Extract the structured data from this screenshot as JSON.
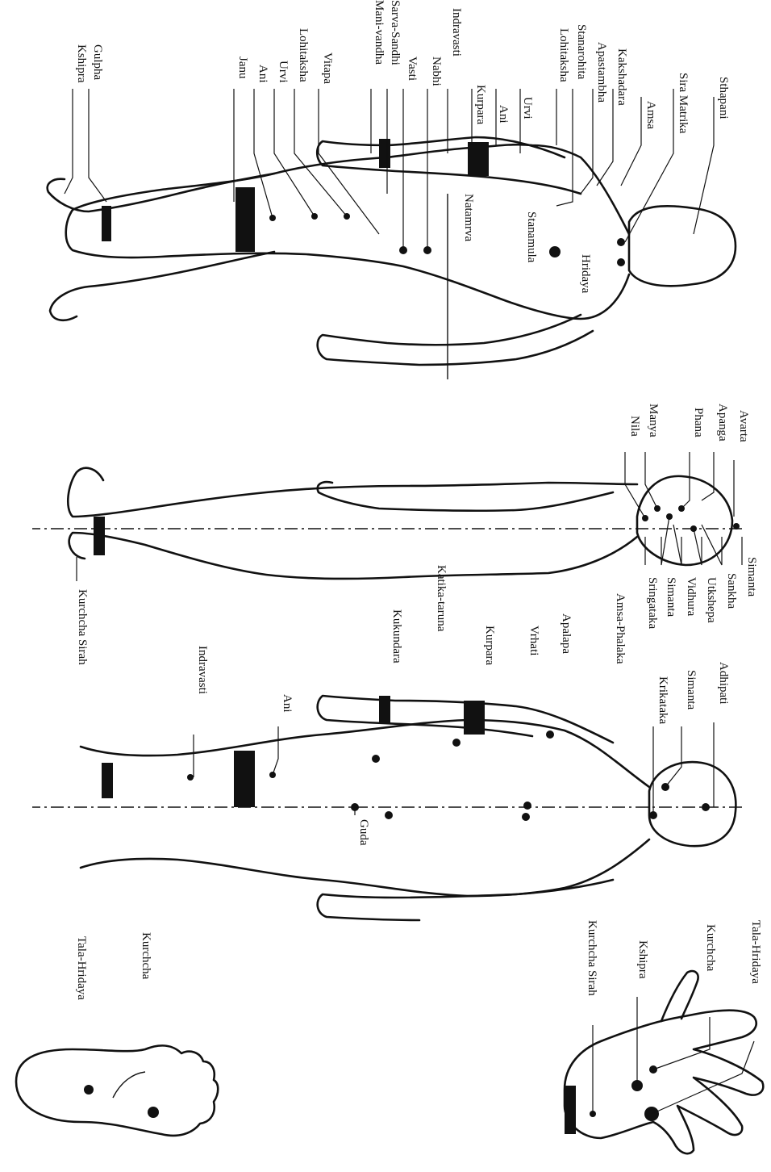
{
  "diagram": {
    "top_figure_labels": [
      "Sthapani",
      "Sira Matrika",
      "Amsa",
      "Kakshadara",
      "Apastambha",
      "Stanarohita",
      "Lohitaksha",
      "Urvi",
      "Ani",
      "Kurpara",
      "Indravasti",
      "Nabhi",
      "Vasti",
      "Sarva-Sandhi",
      "Mani-vandha",
      "Vitapa",
      "Lohitaksha",
      "Urvi",
      "Ani",
      "Janu",
      "Gulpha",
      "Kshipra",
      "Hridaya",
      "Stanamula",
      "Natamrva"
    ],
    "middle_figure_labels": [
      "Avarta",
      "Apanga",
      "Phana",
      "Manya",
      "Nila",
      "Simanta",
      "Sankha",
      "Utkshepa",
      "Vidhura",
      "Simanta",
      "Sringataka",
      "Amsa-Phalaka",
      "Apalapa",
      "Vrhati",
      "Kurpara",
      "Kukundara",
      "Katika-taruna",
      "Kurchcha Sirah"
    ],
    "bottom_figure_labels": [
      "Adhipati",
      "Simanta",
      "Krikataka",
      "Ani",
      "Indravasti",
      "Guda"
    ],
    "hand_labels": [
      "Tala-Hridaya",
      "Kurchcha",
      "Kshipra",
      "Kurchcha Sirah"
    ],
    "foot_labels": [
      "Kurchcha",
      "Tala-Hridaya"
    ]
  }
}
